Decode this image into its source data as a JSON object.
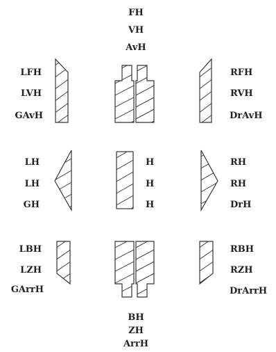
{
  "labels": {
    "top": [
      "FH",
      "VH",
      "AvH"
    ],
    "upper_left": [
      "LFH",
      "LVH",
      "GAvH"
    ],
    "upper_right": [
      "RFH",
      "RVH",
      "DrAvH"
    ],
    "middle_left": [
      "LH",
      "LH",
      "GH"
    ],
    "middle_center": [
      "H",
      "H",
      "H"
    ],
    "middle_right": [
      "RH",
      "RH",
      "DrH"
    ],
    "lower_left": [
      "LBH",
      "LZH",
      "GArrH"
    ],
    "lower_right": [
      "RBH",
      "RZH",
      "DrArrH"
    ],
    "bottom": [
      "BH",
      "ZH",
      "ArrH"
    ]
  },
  "style": {
    "stroke": "#333333",
    "text": "#222222",
    "background": "#ffffff"
  }
}
